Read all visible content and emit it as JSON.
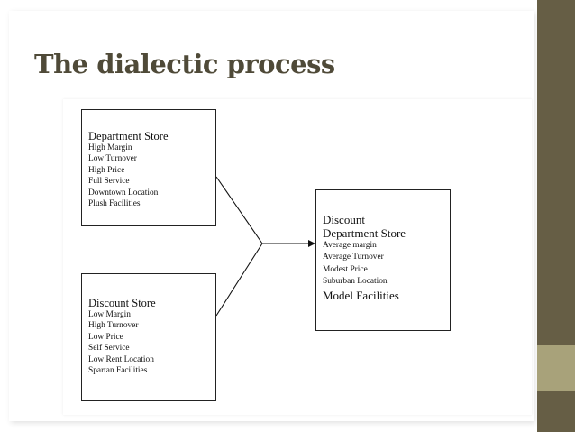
{
  "slide": {
    "title": "The dialectic process"
  },
  "diagram": {
    "box_top": {
      "heading": "Department Store",
      "items": [
        "High Margin",
        "Low Turnover",
        "High Price",
        "Full Service",
        "Downtown Location",
        "Plush Facilities"
      ]
    },
    "box_bottom": {
      "heading": "Discount Store",
      "items": [
        "Low Margin",
        "High Turnover",
        "Low Price",
        "Self Service",
        "Low Rent Location",
        "Spartan Facilities"
      ]
    },
    "box_result": {
      "heading_line1": "Discount",
      "heading_line2": "Department Store",
      "items": [
        "Average margin",
        "Average Turnover",
        "Modest Price",
        "Suburban Location"
      ],
      "last_line": "Model Facilities"
    }
  },
  "colors": {
    "title": "#4f4a38",
    "sidebar": "#665e45",
    "sidebar_accent": "#a8a27a"
  }
}
